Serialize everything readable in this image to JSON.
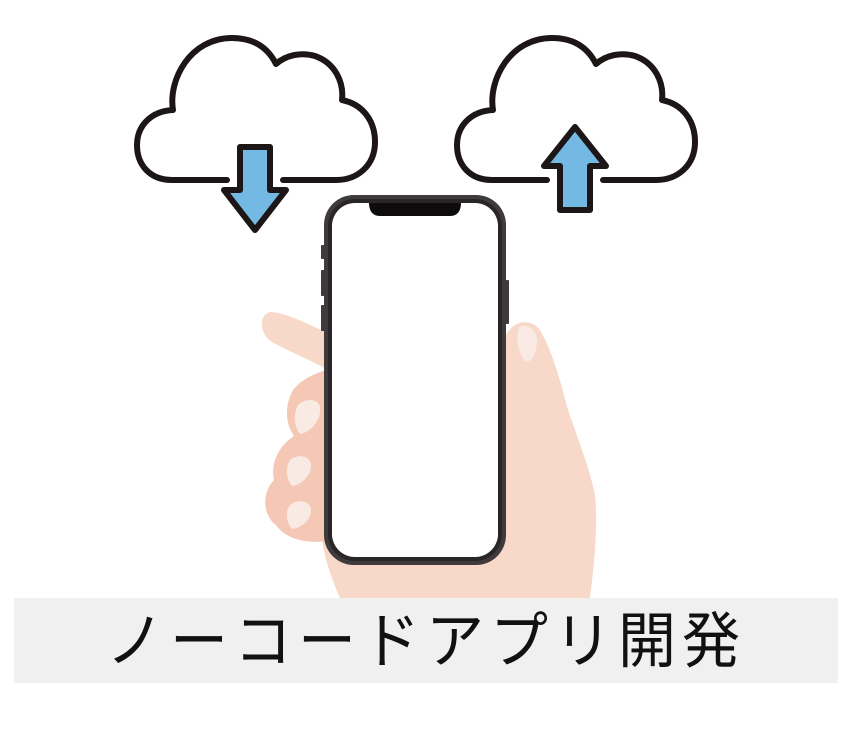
{
  "illustration": {
    "subject": "hand holding smartphone between download and upload clouds",
    "icons": [
      {
        "name": "cloud-download-icon",
        "arrow": "down"
      },
      {
        "name": "cloud-upload-icon",
        "arrow": "up"
      }
    ],
    "colors": {
      "background": "#ffffff",
      "outline": "#1c1616",
      "arrow_fill": "#74b9e4",
      "phone_frame": "#3f3a3b",
      "phone_frame_inner": "#2a2627",
      "phone_screen": "#ffffff",
      "skin_light": "#f8d8c9",
      "skin_mid": "#f4c8b4",
      "nail": "#faeae4",
      "caption_band": "#f0f0f0",
      "caption_text": "#111111"
    }
  },
  "caption": {
    "text": "ノーコードアプリ開発"
  }
}
